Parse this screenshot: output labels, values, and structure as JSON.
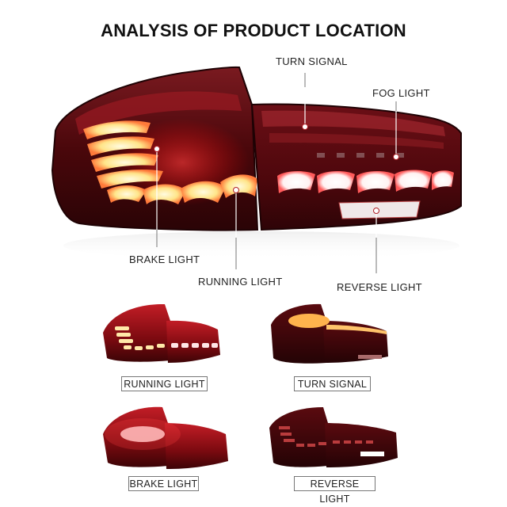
{
  "title": "ANALYSIS OF PRODUCT LOCATION",
  "callouts": {
    "turn_signal": "TURN SIGNAL",
    "fog_light": "FOG LIGHT",
    "brake_light": "BRAKE LIGHT",
    "running_light": "RUNNING LIGHT",
    "reverse_light": "REVERSE LIGHT"
  },
  "thumbnails": {
    "running_light": "RUNNING LIGHT",
    "turn_signal": "TURN SIGNAL",
    "brake_light": "BRAKE LIGHT",
    "reverse_light": "REVERSE LIGHT"
  },
  "colors": {
    "lens_dark": "#3a0608",
    "lens_red": "#8e0f16",
    "glow_yellow": "#fff3b0",
    "glow_white": "#ffffff",
    "amber": "#ffb34d"
  }
}
